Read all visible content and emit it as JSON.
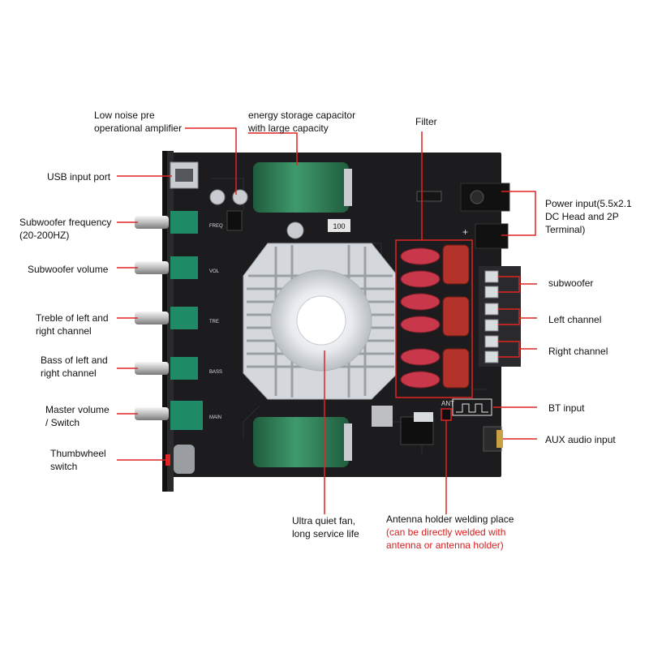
{
  "colors": {
    "leader_line": "#e02424",
    "board": "#1c1c1e",
    "capacitor": "#2f7a55",
    "inductor": "#c8384a",
    "film_cap": "#b3322a",
    "pot_block": "#1f8a66",
    "heatsink": "#cfd3d8",
    "callout_note": "#d42020"
  },
  "callouts": {
    "low_noise_amp": {
      "line1": "Low noise pre",
      "line2": "operational amplifier"
    },
    "energy_cap": {
      "line1": "energy storage capacitor",
      "line2": "with large capacity"
    },
    "filter": {
      "line1": "Filter"
    },
    "usb": {
      "line1": "USB input port"
    },
    "sub_freq": {
      "line1": "Subwoofer frequency",
      "line2": "(20-200HZ)"
    },
    "sub_vol": {
      "line1": "Subwoofer volume"
    },
    "treble": {
      "line1": "Treble of left and",
      "line2": "right channel"
    },
    "bass": {
      "line1": "Bass of left and",
      "line2": "right channel"
    },
    "master": {
      "line1": "Master volume",
      "line2": "/ Switch"
    },
    "thumbwheel": {
      "line1": "Thumbwheel",
      "line2": "switch"
    },
    "power": {
      "line1": "Power input(5.5x2.1",
      "line2": "DC Head and 2P",
      "line3": "Terminal)"
    },
    "subwoofer_out": {
      "line1": "subwoofer"
    },
    "left_ch": {
      "line1": "Left channel"
    },
    "right_ch": {
      "line1": "Right channel"
    },
    "bt": {
      "line1": "BT input"
    },
    "aux": {
      "line1": "AUX audio input"
    },
    "fan": {
      "line1": "Ultra quiet fan,",
      "line2": "long service life"
    },
    "antenna": {
      "line1": "Antenna holder welding place",
      "note1": "(can be directly welded with",
      "note2": "antenna or antenna holder)"
    }
  },
  "board_marks": {
    "knob_labels": [
      "FREQ",
      "VOL",
      "TRE",
      "BASS",
      "MAIN"
    ],
    "cap_rating": "100",
    "antenna_marker": "ANT",
    "plus_sign": "+"
  }
}
